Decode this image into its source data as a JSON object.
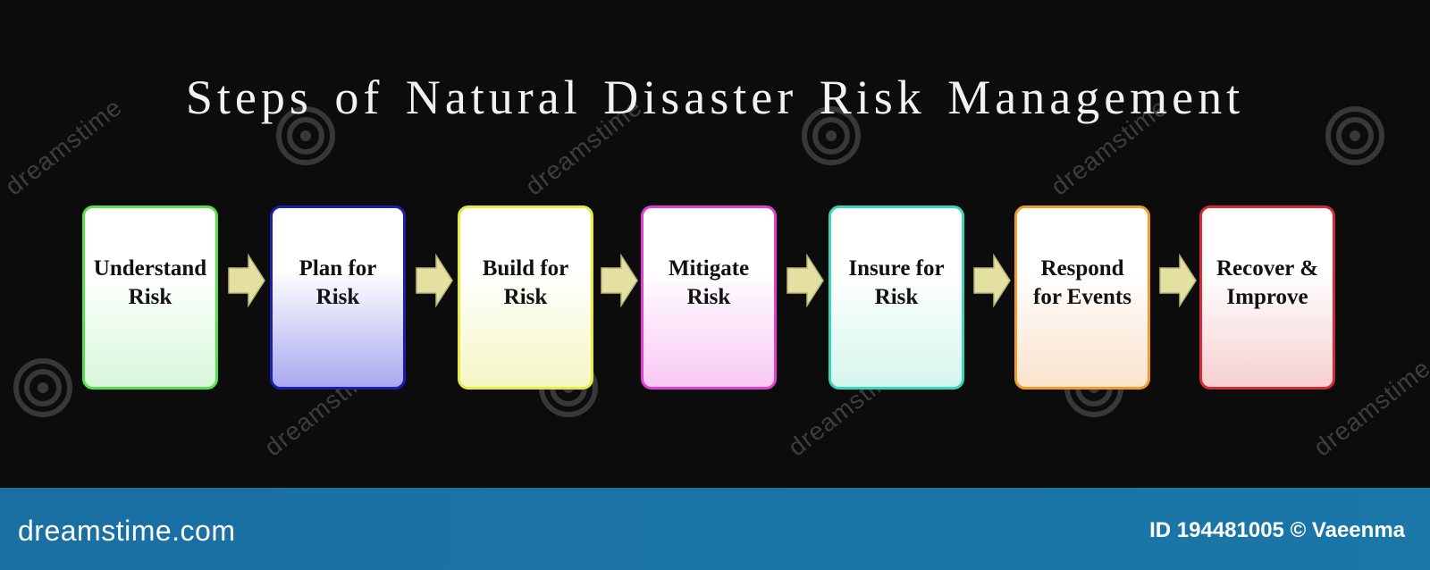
{
  "title": "Steps of Natural Disaster Risk Management",
  "steps": [
    {
      "label": "Understand\nRisk",
      "border": "#58e04a",
      "fill_top": "#ffffff",
      "fill_bottom": "#d9f7dc"
    },
    {
      "label": "Plan for\nRisk",
      "border": "#1b1fb0",
      "fill_top": "#ffffff",
      "fill_bottom": "#a9a9ef"
    },
    {
      "label": "Build for\nRisk",
      "border": "#e6ea45",
      "fill_top": "#ffffff",
      "fill_bottom": "#f4f6c4"
    },
    {
      "label": "Mitigate\nRisk",
      "border": "#e13fd1",
      "fill_top": "#ffffff",
      "fill_bottom": "#f8c9f4"
    },
    {
      "label": "Insure for\nRisk",
      "border": "#3ad6b7",
      "fill_top": "#ffffff",
      "fill_bottom": "#d4f6ee"
    },
    {
      "label": "Respond\nfor Events",
      "border": "#f09b2a",
      "fill_top": "#ffffff",
      "fill_bottom": "#fbe2cd"
    },
    {
      "label": "Recover &\nImprove",
      "border": "#d42a36",
      "fill_top": "#ffffff",
      "fill_bottom": "#f7d0d2"
    }
  ],
  "arrow_color": "#e3e0a2",
  "footer": {
    "logo": "dreamstime.com",
    "id_text": "ID 194481005 © Vaeenma"
  },
  "watermark_text": "dreamstime"
}
